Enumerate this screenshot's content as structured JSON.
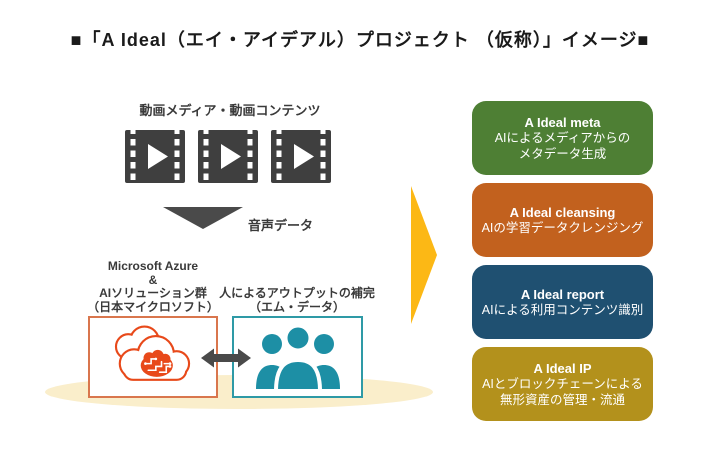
{
  "page": {
    "title": "■「A Ideal（エイ・アイデアル）プロジェクト （仮称）」イメージ■"
  },
  "flow": {
    "media_label": "動画メディア・動画コンテンツ",
    "audio_label": "音声データ",
    "azure": {
      "lines": [
        "Microsoft Azure",
        "&",
        "AIソリューション群",
        "（日本マイクロソフト）"
      ]
    },
    "human": {
      "lines": [
        "人によるアウトプットの補完",
        "（エム・データ）"
      ]
    }
  },
  "products": [
    {
      "title": "A Ideal meta",
      "lines": [
        "AIによるメディアからの",
        "メタデータ生成"
      ],
      "color": "#4e7f34"
    },
    {
      "title": "A Ideal cleansing",
      "lines": [
        "AIの学習データクレンジング"
      ],
      "color": "#c2611e"
    },
    {
      "title": "A Ideal report",
      "lines": [
        "AIによる利用コンテンツ識別"
      ],
      "color": "#1f5071"
    },
    {
      "title": "A Ideal IP",
      "lines": [
        "AIとブロックチェーンによる",
        "無形資産の管理・流通"
      ],
      "color": "#b3911c"
    }
  ],
  "icons": {
    "film_strip": "film-strip-with-play",
    "down_triangle": "down-arrow",
    "cloud_brain": "ai-cloud-brain",
    "people": "people-group",
    "double_arrow": "bidirectional-arrow",
    "flow_arrow": "right-flow-arrow"
  },
  "colors": {
    "film": "#3f3f3f",
    "dark_arrow": "#4a4a4a",
    "cloud": "#e8491a",
    "people": "#1d8fa5",
    "azure_box_border": "#d9764d",
    "human_box_border": "#2e9aa6",
    "ellipse": "#faeecb",
    "yellow_arrow": "#fcb815",
    "label_text": "#3a3a3a"
  }
}
